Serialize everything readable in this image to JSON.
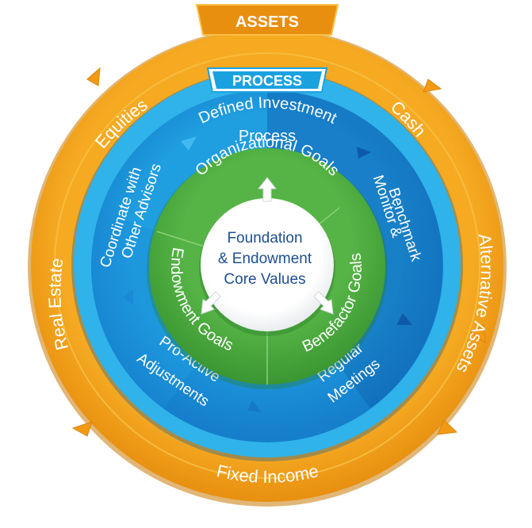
{
  "assets": {
    "banner": "ASSETS",
    "items": [
      "Cash",
      "Alternative Assets",
      "Fixed Income",
      "Real Estate",
      "Equities"
    ]
  },
  "process": {
    "banner": "PROCESS",
    "steps": [
      [
        "Defined Investment",
        "Process"
      ],
      [
        "Monitor &",
        "Benchmark"
      ],
      [
        "Regular",
        "Meetings"
      ],
      [
        "Pro-Active",
        "Adjustments"
      ],
      [
        "Coordinate with",
        "Other Advisors"
      ]
    ]
  },
  "goals": [
    "Organizational Goals",
    "Benefactor Goals",
    "Endowment Goals"
  ],
  "core": [
    "Foundation",
    "& Endowment",
    "Core Values"
  ],
  "colors": {
    "orange": "#f0a018",
    "orange_dark": "#d98508",
    "orange_light": "#f8c045",
    "blue_light": "#1aa2e0",
    "blue_mid": "#1478c8",
    "blue_dark": "#0f5aa8",
    "green": "#4caa3c",
    "green_dark": "#2f8a2a",
    "navy_text": "#1d4f8f"
  }
}
